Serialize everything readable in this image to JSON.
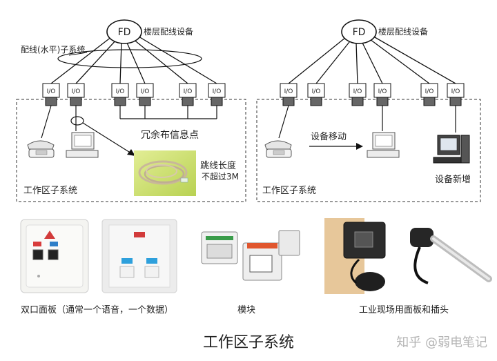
{
  "left_diagram": {
    "fd_label": "FD",
    "fd_title": "楼层配线设备",
    "horizontal_label": "配线(水平)子系统",
    "io_labels": [
      "I/O",
      "I/O",
      "I/O",
      "I/O",
      "I/O",
      "I/O"
    ],
    "redundant_label": "冗余布信息点",
    "patch_line1": "跳线长度",
    "patch_line2": "不超过3M",
    "work_area_label": "工作区子系统"
  },
  "right_diagram": {
    "fd_label": "FD",
    "fd_title": "楼层配线设备",
    "io_labels": [
      "I/O",
      "I/O",
      "I/O",
      "I/O",
      "I/O",
      "I/O"
    ],
    "move_label": "设备移动",
    "new_label": "设备新增",
    "work_area_label": "工作区子系统"
  },
  "photos": {
    "dual_panel_label": "双口面板（通常一个语音，一个数据）",
    "module_label": "模块",
    "industrial_label": "工业现场用面板和插头"
  },
  "caption": "工作区子系统",
  "watermark": "知乎 @弱电笔记"
}
